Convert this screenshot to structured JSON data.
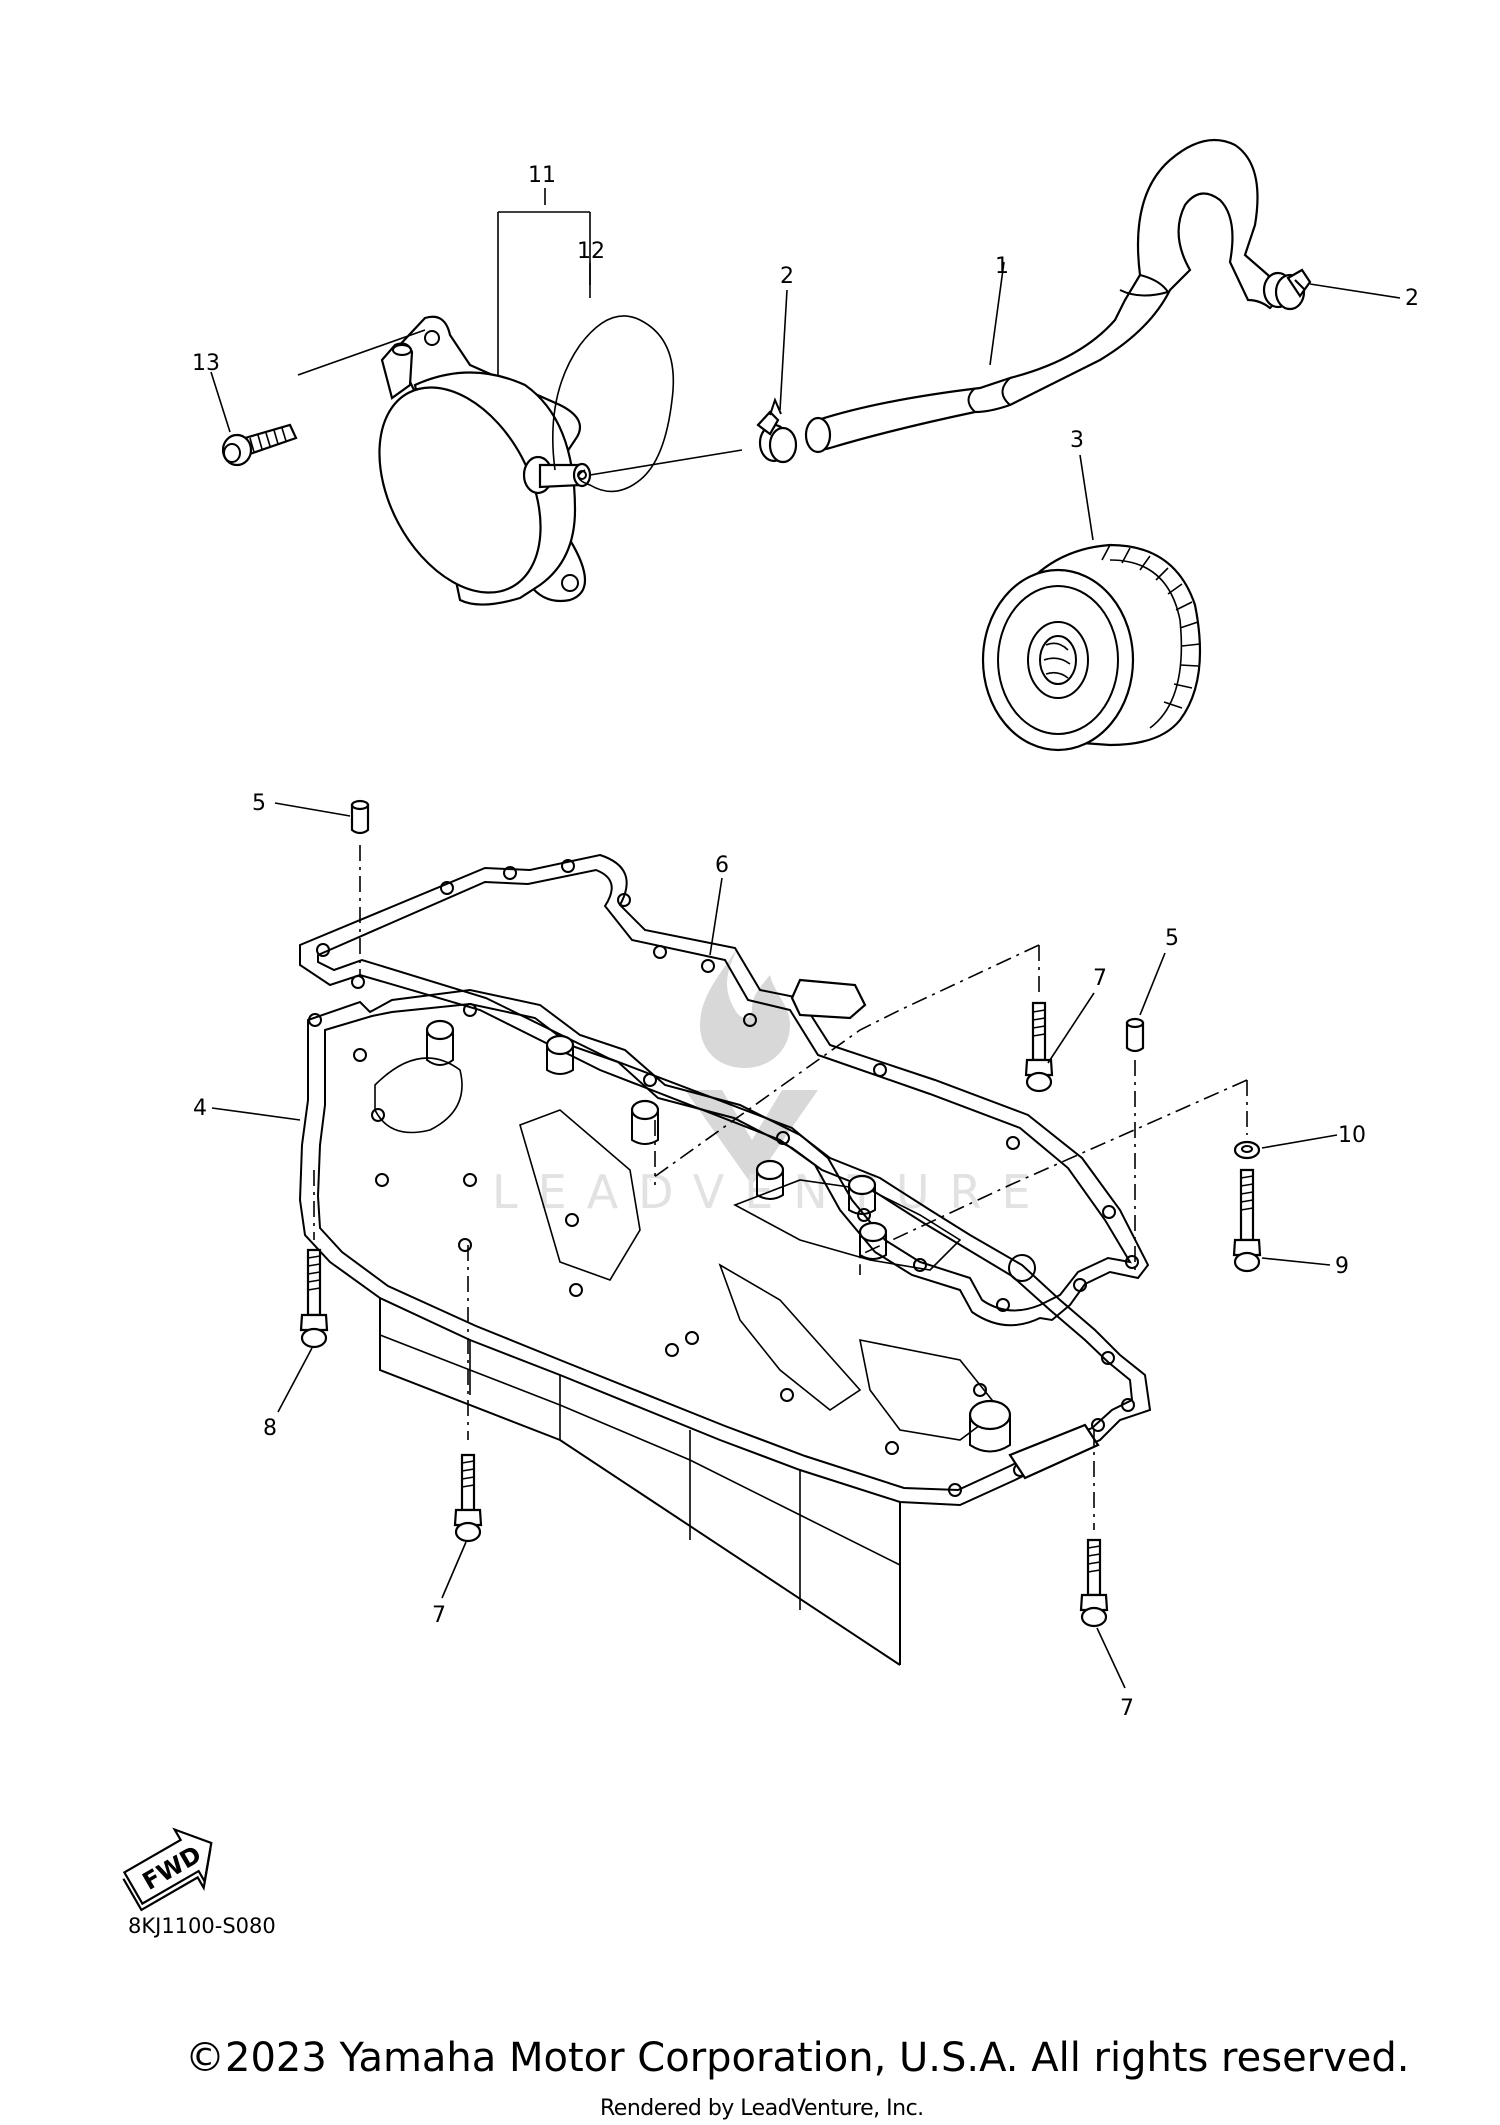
{
  "diagram": {
    "callouts": {
      "item_1": "1",
      "item_2a": "2",
      "item_2b": "2",
      "item_3": "3",
      "item_4": "4",
      "item_5a": "5",
      "item_5b": "5",
      "item_6": "6",
      "item_7a": "7",
      "item_7b": "7",
      "item_7c": "7",
      "item_8": "8",
      "item_9": "9",
      "item_10": "10",
      "item_11": "11",
      "item_12": "12",
      "item_13": "13"
    },
    "fwd_label": "FWD",
    "diagram_code": "8KJ1100-S080",
    "watermark_text": "LEADVENTURE"
  },
  "footer": {
    "copyright": "©2023 Yamaha Motor Corporation, U.S.A. All rights reserved.",
    "rendered_by": "Rendered by LeadVenture, Inc."
  }
}
